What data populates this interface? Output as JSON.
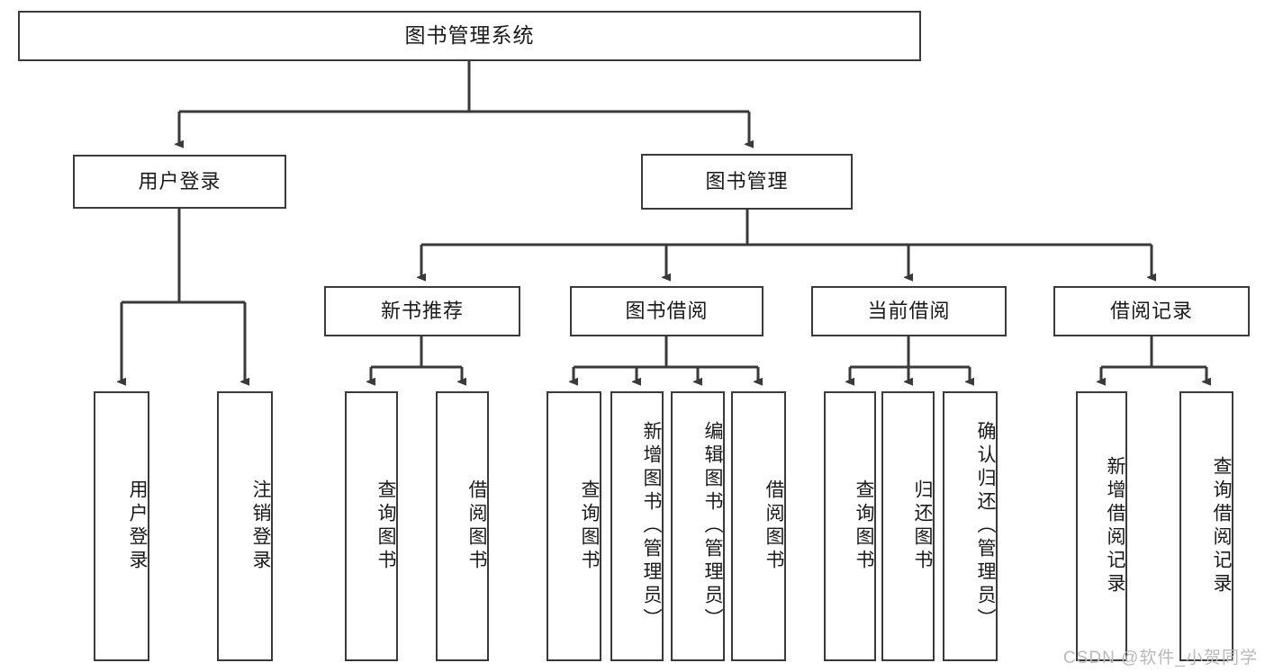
{
  "diagram": {
    "title": "图书管理系统",
    "type": "tree",
    "watermark": "CSDN @软件_小贺同学",
    "line_color": "#3a3a3a",
    "box_fill": "#ffffff",
    "text_color": "#1a1a1a",
    "watermark_color": "#b9b9b9"
  },
  "nodes": {
    "root": {
      "label": "图书管理系统"
    },
    "level2": [
      {
        "id": "user-login",
        "label": "用户登录"
      },
      {
        "id": "book-manage",
        "label": "图书管理"
      }
    ],
    "level3": [
      {
        "id": "new-book-recommend",
        "label": "新书推荐"
      },
      {
        "id": "book-borrow",
        "label": "图书借阅"
      },
      {
        "id": "current-borrow",
        "label": "当前借阅"
      },
      {
        "id": "borrow-record",
        "label": "借阅记录"
      }
    ],
    "leaves": {
      "user_login": [
        {
          "id": "leaf-user-login",
          "label": "用户登录"
        },
        {
          "id": "leaf-logout-login",
          "label": "注销登录"
        }
      ],
      "new_book_recommend": [
        {
          "id": "leaf-query-book-1",
          "label": "查询图书"
        },
        {
          "id": "leaf-borrow-book-1",
          "label": "借阅图书"
        }
      ],
      "book_borrow": [
        {
          "id": "leaf-query-book-2",
          "label": "查询图书"
        },
        {
          "id": "leaf-add-book",
          "label": "新增图书（管理员）"
        },
        {
          "id": "leaf-edit-book",
          "label": "编辑图书（管理员）"
        },
        {
          "id": "leaf-borrow-book-2",
          "label": "借阅图书"
        }
      ],
      "current_borrow": [
        {
          "id": "leaf-query-book-3",
          "label": "查询图书"
        },
        {
          "id": "leaf-return-book",
          "label": "归还图书"
        },
        {
          "id": "leaf-confirm-return",
          "label": "确认归还（管理员）"
        }
      ],
      "borrow_record": [
        {
          "id": "leaf-add-record",
          "label": "新增借阅记录"
        },
        {
          "id": "leaf-query-record",
          "label": "查询借阅记录"
        }
      ]
    }
  }
}
